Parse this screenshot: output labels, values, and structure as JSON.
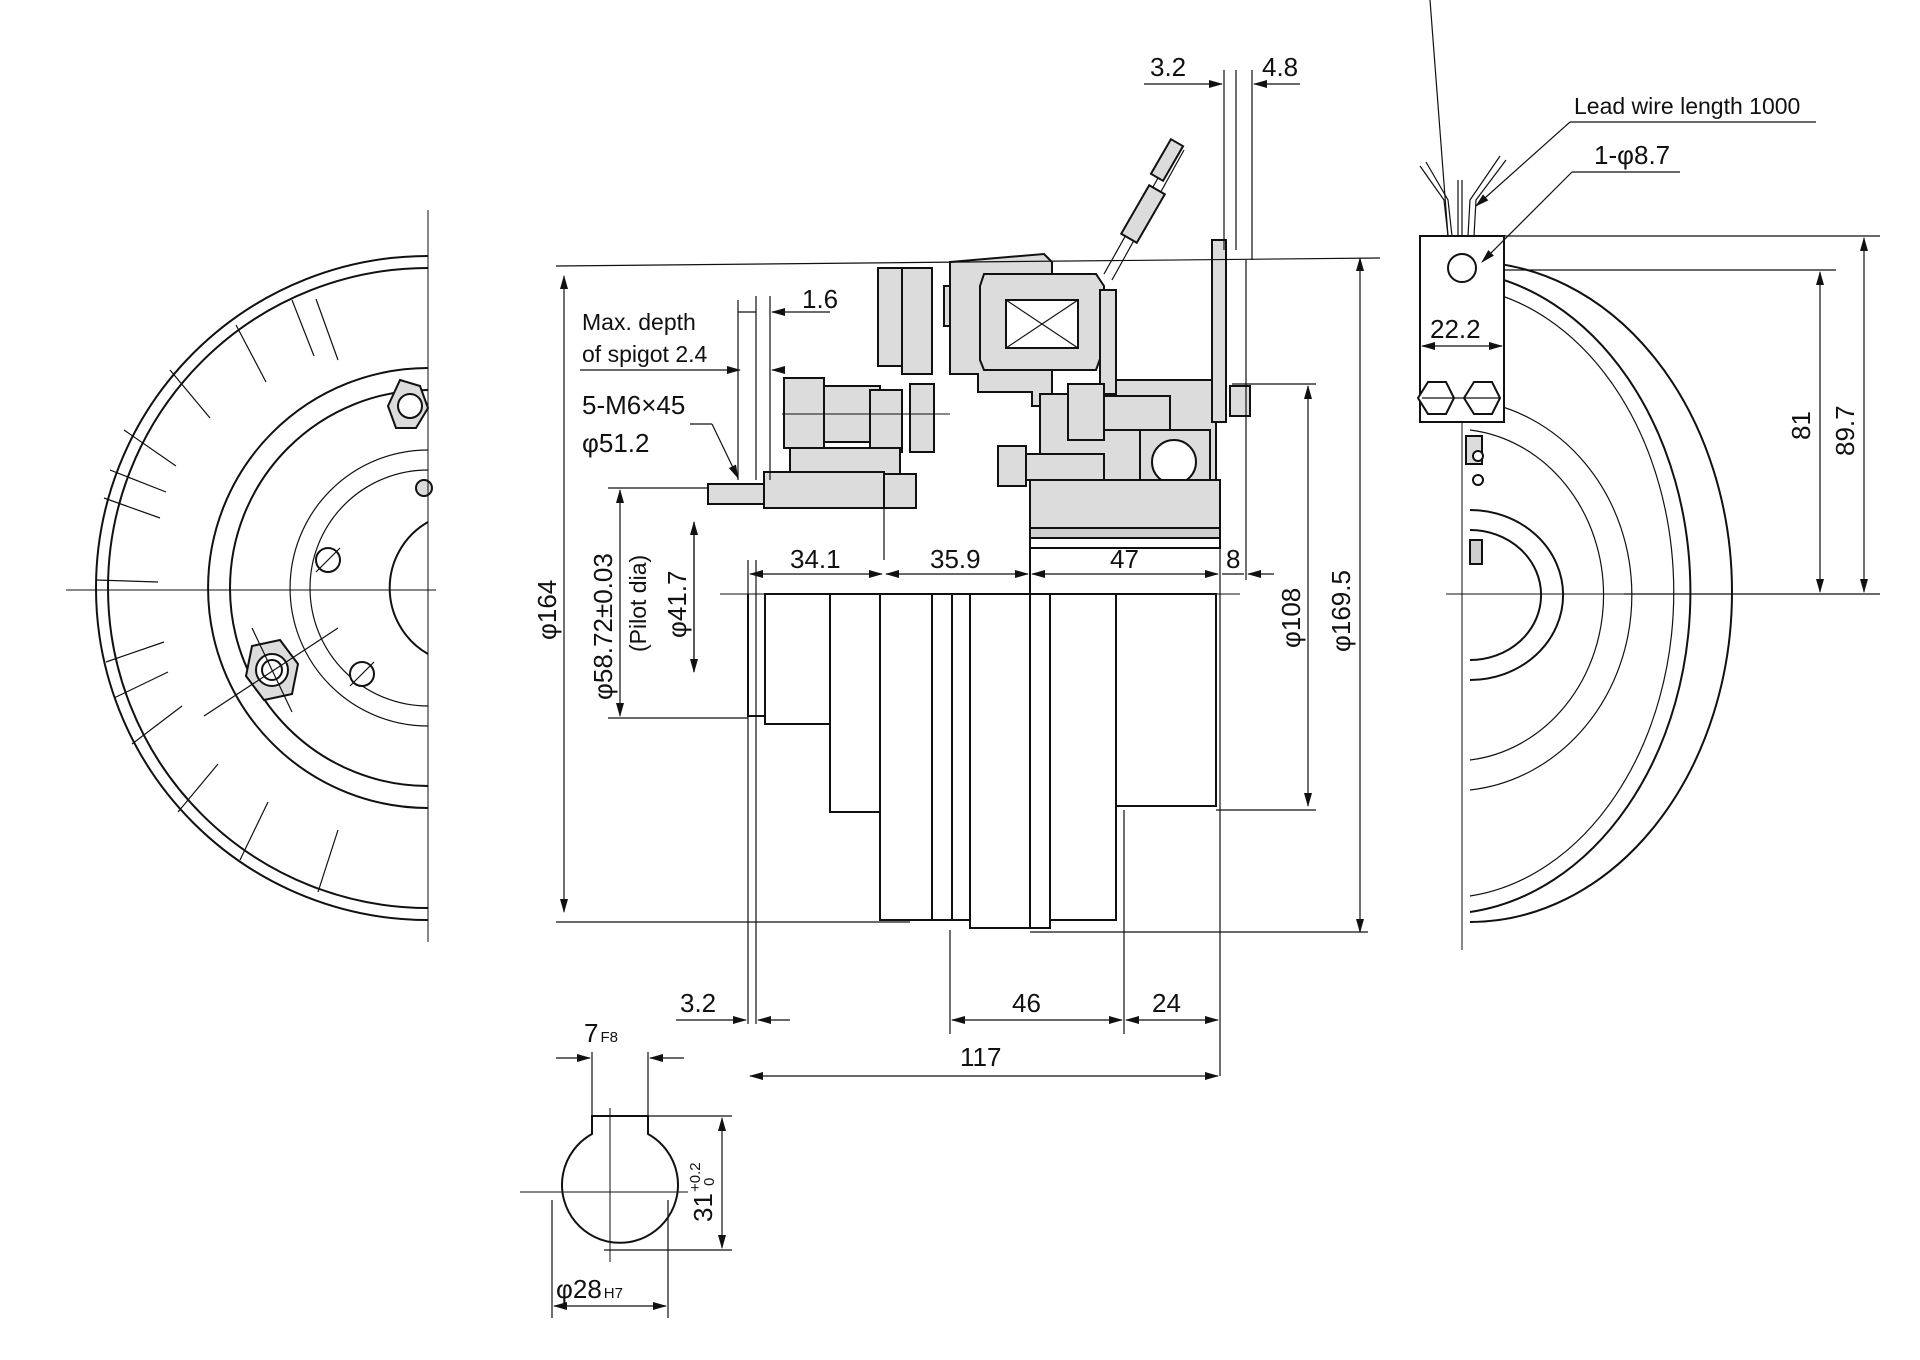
{
  "dimensions": {
    "d_3_2_top": "3.2",
    "d_4_8": "4.8",
    "d_1_6": "1.6",
    "spigot_line1": "Max. depth",
    "spigot_line2": "of spigot 2.4",
    "bolts": "5-M6×45",
    "d_51_2": "φ51.2",
    "d_164": "φ164",
    "d_58_72": "φ58.72±0.03",
    "pilot_dia": "(Pilot dia)",
    "d_41_7": "φ41.7",
    "d_34_1": "34.1",
    "d_35_9": "35.9",
    "d_47": "47",
    "d_8": "8",
    "d_108": "φ108",
    "d_169_5": "φ169.5",
    "d_3_2_bottom": "3.2",
    "d_46": "46",
    "d_24": "24",
    "d_117": "117",
    "lead_wire": "Lead wire length 1000",
    "hole": "1-φ8.7",
    "d_22_2": "22.2",
    "d_81": "81",
    "d_89_7": "89.7",
    "key_width": "7",
    "key_width_tol": "F8",
    "keyway_depth": "31",
    "keyway_tol_upper": "+0.2",
    "keyway_tol_lower": "0",
    "bore": "φ28",
    "bore_tol": "H7"
  }
}
